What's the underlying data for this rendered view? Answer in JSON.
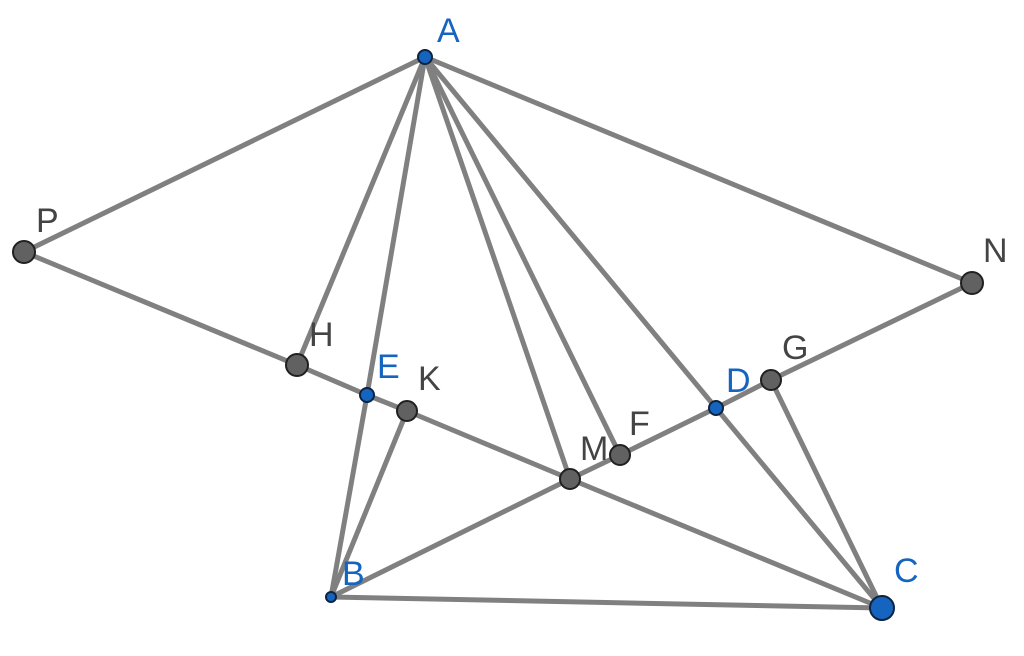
{
  "points": [
    {
      "id": "A",
      "label": "A",
      "kind": "free"
    },
    {
      "id": "B",
      "label": "B",
      "kind": "free"
    },
    {
      "id": "C",
      "label": "C",
      "kind": "free"
    },
    {
      "id": "D",
      "label": "D",
      "kind": "free"
    },
    {
      "id": "E",
      "label": "E",
      "kind": "free"
    },
    {
      "id": "P",
      "label": "P",
      "kind": "dependent"
    },
    {
      "id": "N",
      "label": "N",
      "kind": "dependent"
    },
    {
      "id": "H",
      "label": "H",
      "kind": "dependent"
    },
    {
      "id": "K",
      "label": "K",
      "kind": "dependent"
    },
    {
      "id": "M",
      "label": "M",
      "kind": "dependent"
    },
    {
      "id": "F",
      "label": "F",
      "kind": "dependent"
    },
    {
      "id": "G",
      "label": "G",
      "kind": "dependent"
    }
  ],
  "segments": [
    [
      "A",
      "P"
    ],
    [
      "A",
      "N"
    ],
    [
      "A",
      "H"
    ],
    [
      "A",
      "E"
    ],
    [
      "A",
      "M"
    ],
    [
      "A",
      "F"
    ],
    [
      "A",
      "D"
    ],
    [
      "P",
      "H"
    ],
    [
      "H",
      "E"
    ],
    [
      "E",
      "K"
    ],
    [
      "K",
      "M"
    ],
    [
      "M",
      "C"
    ],
    [
      "N",
      "G"
    ],
    [
      "G",
      "D"
    ],
    [
      "D",
      "F"
    ],
    [
      "F",
      "M"
    ],
    [
      "M",
      "B"
    ],
    [
      "E",
      "B"
    ],
    [
      "K",
      "B"
    ],
    [
      "B",
      "C"
    ],
    [
      "D",
      "C"
    ],
    [
      "G",
      "C"
    ]
  ],
  "colors": {
    "segment": "#808080",
    "free_point": "#1565c0",
    "dependent_point": "#616161",
    "free_label": "#1565c0",
    "dependent_label": "#444444"
  }
}
